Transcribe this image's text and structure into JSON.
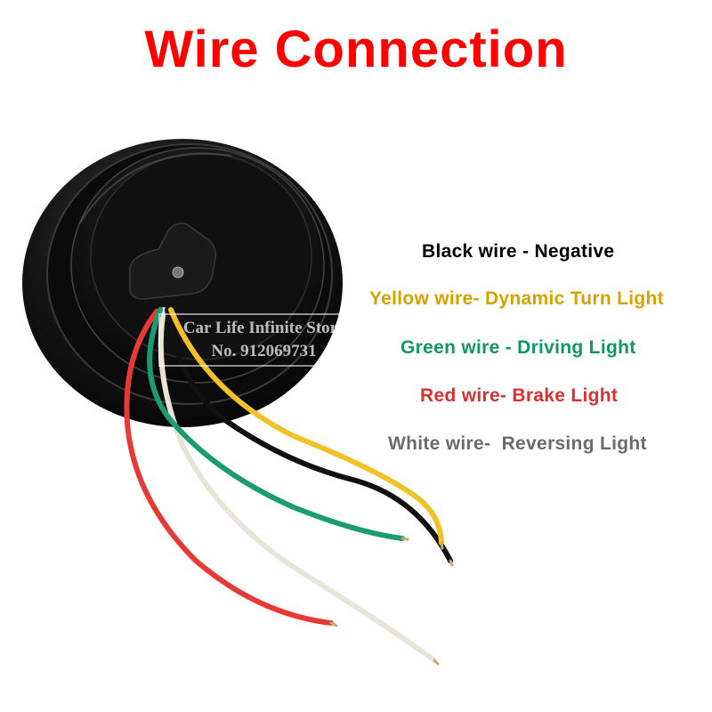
{
  "title": "Wire Connection",
  "legend": [
    {
      "label": "Black wire - Negative",
      "color": "#000000"
    },
    {
      "label": "Yellow wire- Dynamic Turn Light",
      "color": "#d4a300"
    },
    {
      "label": "Green wire - Driving Light",
      "color": "#13946a"
    },
    {
      "label": "Red wire- Brake Light",
      "color": "#d93030"
    },
    {
      "label": "White wire-  Reversing Light",
      "color": "#6b6b6b"
    }
  ],
  "watermark": {
    "line1": "Car Life Infinite Store",
    "line2": "No. 912069731"
  },
  "wire_colors": {
    "red": "#e53a36",
    "white": "#e8e4d6",
    "green": "#1a9b70",
    "black": "#111111",
    "yellow": "#f2c028"
  }
}
